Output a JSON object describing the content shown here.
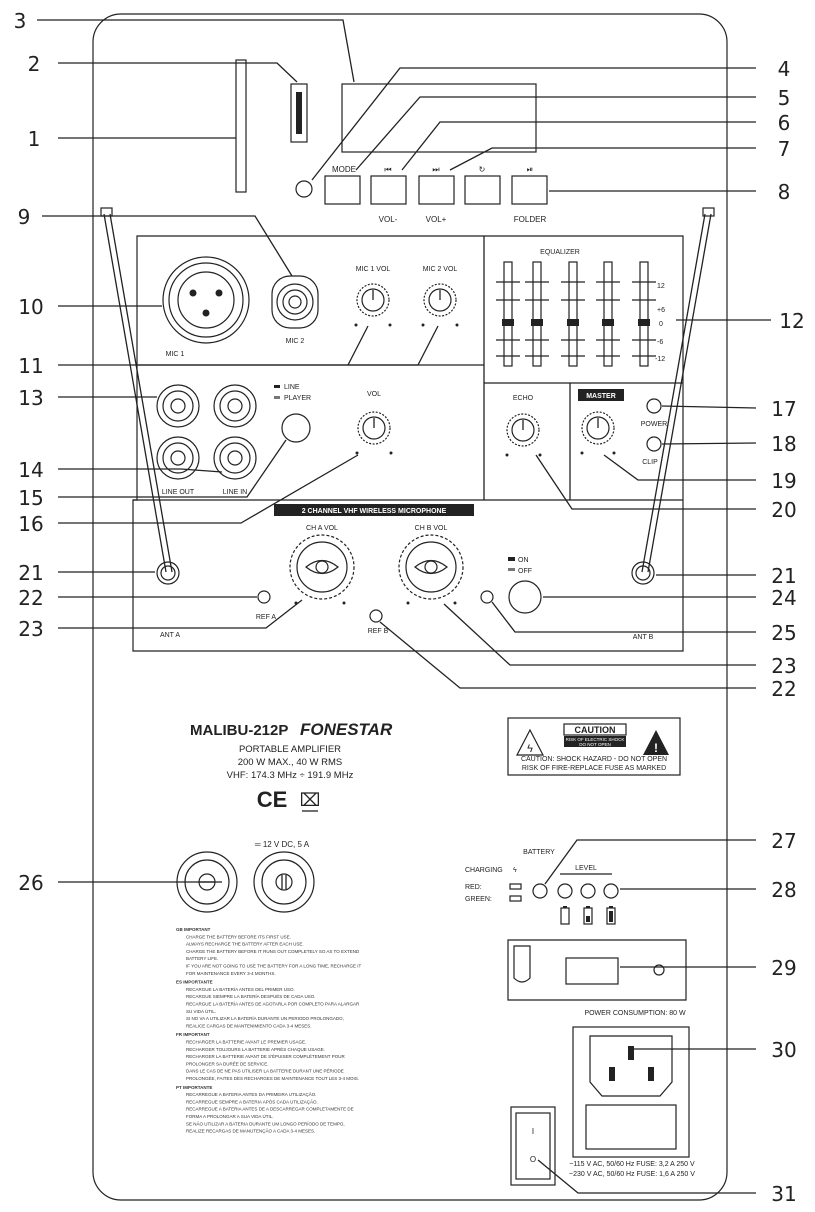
{
  "callouts": {
    "n1": "1",
    "n2": "2",
    "n3": "3",
    "n4": "4",
    "n5": "5",
    "n6": "6",
    "n7": "7",
    "n8": "8",
    "n9": "9",
    "n10": "10",
    "n11": "11",
    "n12": "12",
    "n13": "13",
    "n14": "14",
    "n15": "15",
    "n16": "16",
    "n17": "17",
    "n18": "18",
    "n19": "19",
    "n20": "20",
    "n21a": "21",
    "n21b": "21",
    "n22a": "22",
    "n22b": "22",
    "n23a": "23",
    "n23b": "23",
    "n24": "24",
    "n25": "25",
    "n26": "26",
    "n27": "27",
    "n28": "28",
    "n29": "29",
    "n30": "30",
    "n31": "31"
  },
  "player": {
    "mode": "MODE",
    "vol_minus": "VOL-",
    "vol_plus": "VOL+",
    "folder": "FOLDER"
  },
  "mic": {
    "mic1": "MIC 1",
    "mic2": "MIC 2",
    "mic1_vol": "MIC 1 VOL",
    "mic2_vol": "MIC 2 VOL"
  },
  "equalizer": {
    "title": "EQUALIZER",
    "scale": [
      "12",
      "+6",
      "0",
      "-6",
      "-12"
    ]
  },
  "line": {
    "line_sw": "LINE",
    "player_sw": "PLAYER",
    "vol": "VOL",
    "line_out": "LINE OUT",
    "line_in": "LINE IN"
  },
  "effects": {
    "echo": "ECHO",
    "master": "MASTER",
    "power": "POWER",
    "clip": "CLIP"
  },
  "wireless": {
    "title": "2 CHANNEL VHF WIRELESS MICROPHONE",
    "ch_a": "CH A VOL",
    "ch_b": "CH B VOL",
    "on": "ON",
    "off": "OFF",
    "ref_a": "REF A",
    "ref_b": "REF B",
    "ant_a": "ANT A",
    "ant_b": "ANT B"
  },
  "brand": {
    "model": "MALIBU-212P",
    "maker": "FONESTAR",
    "type": "PORTABLE AMPLIFIER",
    "power": "200 W MAX., 40 W RMS",
    "vhf": "VHF: 174.3 MHz ÷ 191.9 MHz",
    "ce": "CE",
    "weee": "⌧"
  },
  "caution": {
    "title": "CAUTION",
    "sub1": "RISK OF ELECTRIC SHOCK",
    "sub2": "DO NOT OPEN",
    "line1": "CAUTION: SHOCK HAZARD - DO NOT OPEN",
    "line2": "RISK OF FIRE-REPLACE FUSE AS MARKED"
  },
  "dc": {
    "label": "═ 12 V DC, 5 A"
  },
  "battery": {
    "title": "BATTERY",
    "charging": "CHARGING",
    "level": "LEVEL",
    "red": "RED:",
    "green": "GREEN:"
  },
  "power": {
    "consumption": "POWER CONSUMPTION: 80 W",
    "fuse1": "~115 V AC, 50/60 Hz FUSE: 3,2 A 250 V",
    "fuse2": "~230 V AC, 50/60 Hz FUSE: 1,6 A 250 V",
    "switch_on": "I",
    "switch_off": "O"
  },
  "instructions": [
    {
      "head": "GB  IMPORTANT",
      "lines": [
        "CHARGE THE BATTERY BEFORE ITS FIRST USE.",
        "ALWAYS RECHARGE THE BATTERY AFTER EACH USE.",
        "CHARGE THE BATTERY BEFORE IT RUNS OUT COMPLETELY SO AS TO EXTEND",
        "BATTERY LIFE.",
        "IF YOU ARE NOT GOING TO USE THE BATTERY FOR A LONG TIME, RECHARGE IT",
        "FOR MAINTENANCE EVERY 3-4 MONTHS."
      ]
    },
    {
      "head": "ES  IMPORTANTE",
      "lines": [
        "RECARGUE LA BATERÍA ANTES DEL PRIMER USO.",
        "RECARGUE SIEMPRE LA BATERÍA DESPUÉS DE CADA USO.",
        "RECARGUE LA BATERÍA ANTES DE AGOTARLA POR COMPLETO PARA ALARGAR",
        "SU VIDA ÚTIL.",
        "SI NO VA A UTILIZAR LA BATERÍA DURANTE UN PERIODO PROLONGADO,",
        "REALICE CARGAS DE MANTENIMIENTO CADA 3-4 MESES."
      ]
    },
    {
      "head": "FR  IMPORTANT",
      "lines": [
        "RECHARGER LA BATTERIE AVANT LE PREMIER USAGE.",
        "RECHARGER TOUJOURS LA BATTERIE APRÈS CHAQUE USAGE.",
        "RECHARGER LA BATTERIE AVANT DE S'ÉPUISER COMPLÈTEMENT POUR",
        "PROLONGER SA DURÉE DE SERVICE.",
        "DANS LE CAS DE NE PAS UTILISER LA BATTERIE DURANT UNE PÉRIODE",
        "PROLONGÉE, FAITES DES RECHARGES DE MAINTENANCE TOUT LES 3-4 MOIS."
      ]
    },
    {
      "head": "PT  IMPORTANTE",
      "lines": [
        "RECARREGUE A BATERIA ANTES DA PRIMEIRA UTILIZAÇÃO.",
        "RECARREGUE SEMPRE A BATERIA APÓS CADA UTILIZAÇÃO.",
        "RECARREGUE A BATERIA ANTES DE A DESCARREGAR COMPLETAMENTE DE",
        "FORMA A PROLONGAR A SUA VIDA ÚTIL.",
        "SE NÃO UTILIZAR A BATERIA DURANTE UM LONGO PERÍODO DE TEMPO,",
        "REALIZE RECARGAS DE MANUTENÇÃO A CADA 3-4 MESES."
      ]
    }
  ]
}
